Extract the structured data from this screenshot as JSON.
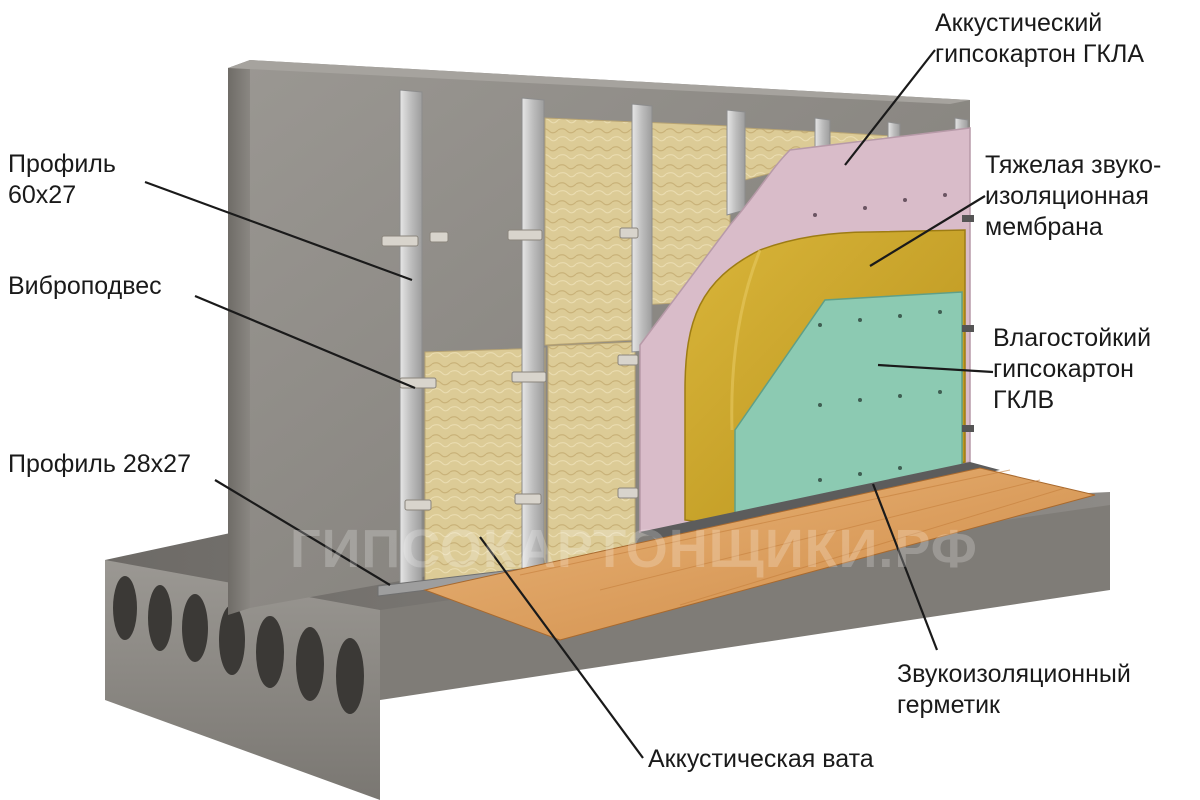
{
  "labels": {
    "acoustic_drywall": "Аккустический\nгипсокартон ГКЛА",
    "membrane": "Тяжелая звуко-\nизоляционная\nмембрана",
    "moisture_drywall": "Влагостойкий\nгипсокартон\nГКЛВ",
    "sealant": "Звукоизоляционный\nгерметик",
    "acoustic_wool": "Аккустическая вата",
    "profile_60x27": "Профиль\n60х27",
    "vibro_hanger": "Виброподвес",
    "profile_28x27": "Профиль 28х27"
  },
  "watermark": "ГИПСОКАРТОНЩИКИ.РФ",
  "colors": {
    "concrete": "#8d8a85",
    "concrete_dark": "#6e6b66",
    "wool": "#dccb96",
    "profile": "#c9c9c9",
    "gkla": "#d9bcc9",
    "membrane": "#cda82c",
    "gklv": "#8ccab2",
    "floor_wood": "#e0a262",
    "leader": "#1a1a1a"
  }
}
